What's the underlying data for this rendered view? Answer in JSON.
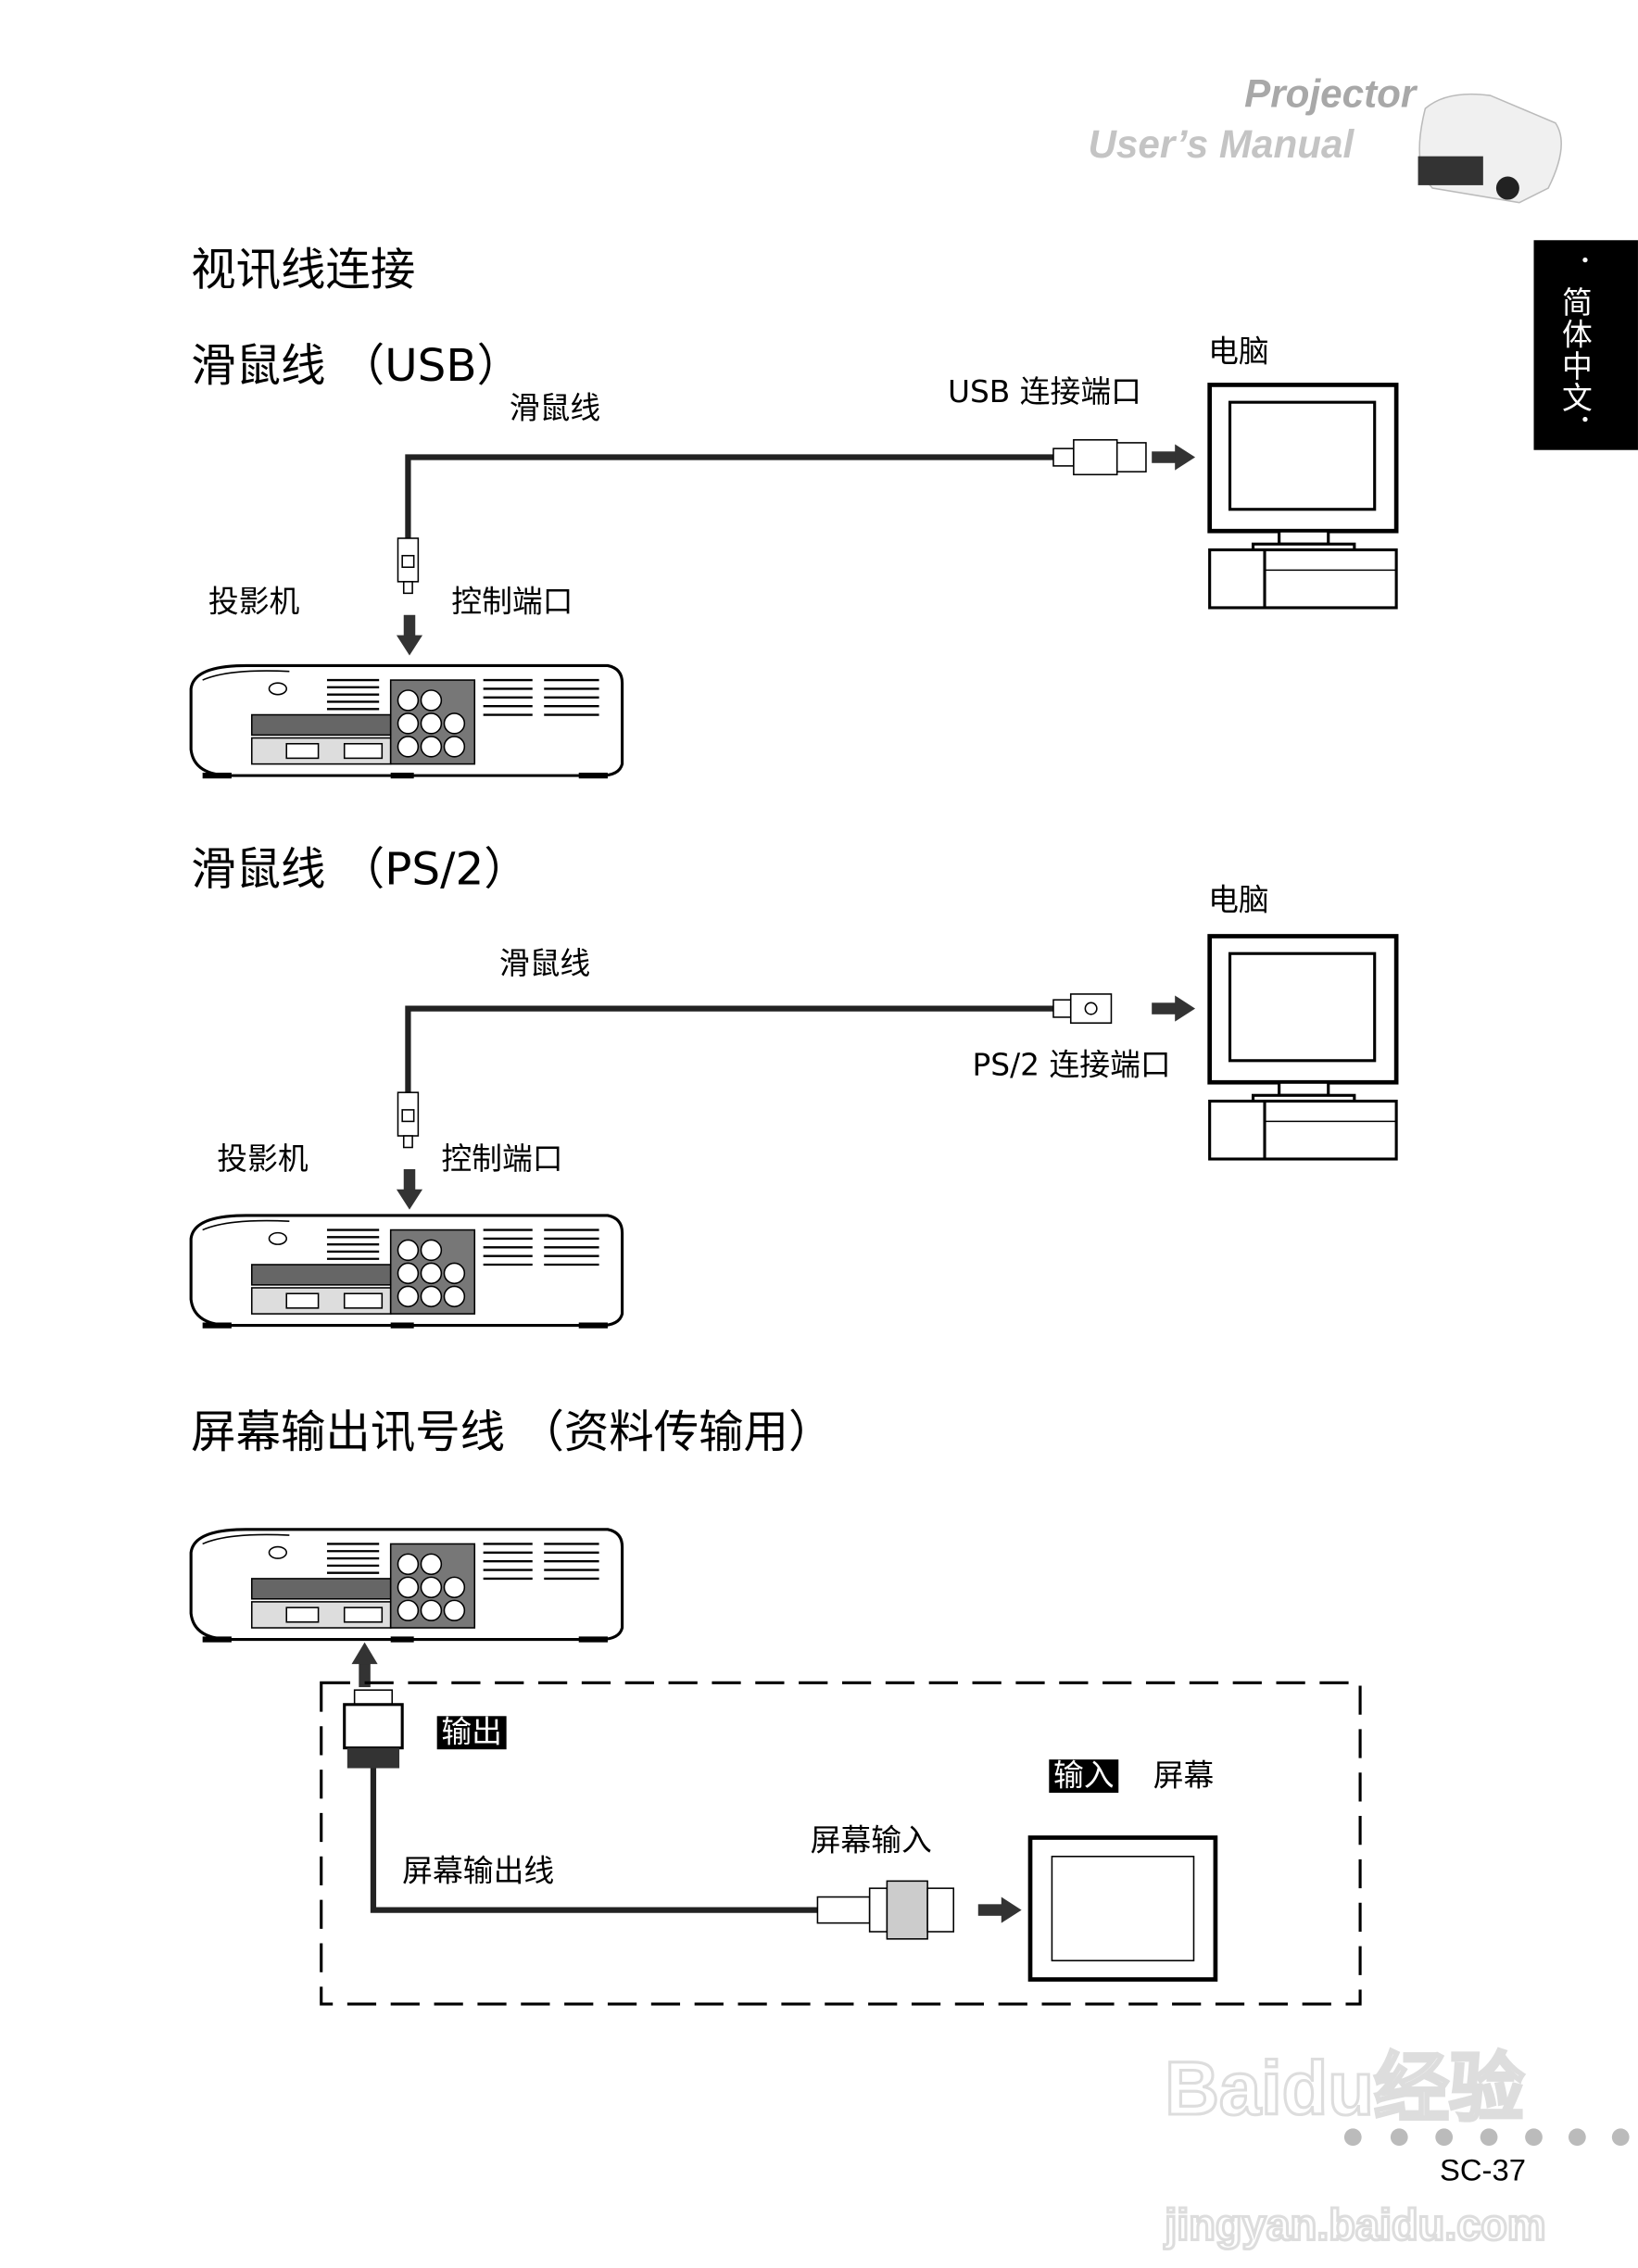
{
  "header": {
    "line1": "Projector",
    "line2": "User’s Manual"
  },
  "side_tab": "．简体中文．",
  "page_title": "视讯线连接",
  "usb_section": {
    "title": "滑鼠线 （USB）",
    "cable_label": "滑鼠线",
    "port_label": "USB 连接端口",
    "computer_label": "电脑",
    "projector_label": "投影机",
    "control_port_label": "控制端口"
  },
  "ps2_section": {
    "title": "滑鼠线 （PS/2）",
    "cable_label": "滑鼠线",
    "port_label": "PS/2 连接端口",
    "computer_label": "电脑",
    "projector_label": "投影机",
    "control_port_label": "控制端口"
  },
  "monitor_out_section": {
    "title": "屏幕输出讯号线 （资料传输用）",
    "output_label": "输出",
    "input_label": "输入",
    "screen_label": "屏幕",
    "screen_input_label": "屏幕输入",
    "cable_label": "屏幕输出线"
  },
  "footer": {
    "page_number": "SC-37",
    "watermark": "Baidu经验",
    "watermark_url": "jingyan.baidu.com"
  }
}
